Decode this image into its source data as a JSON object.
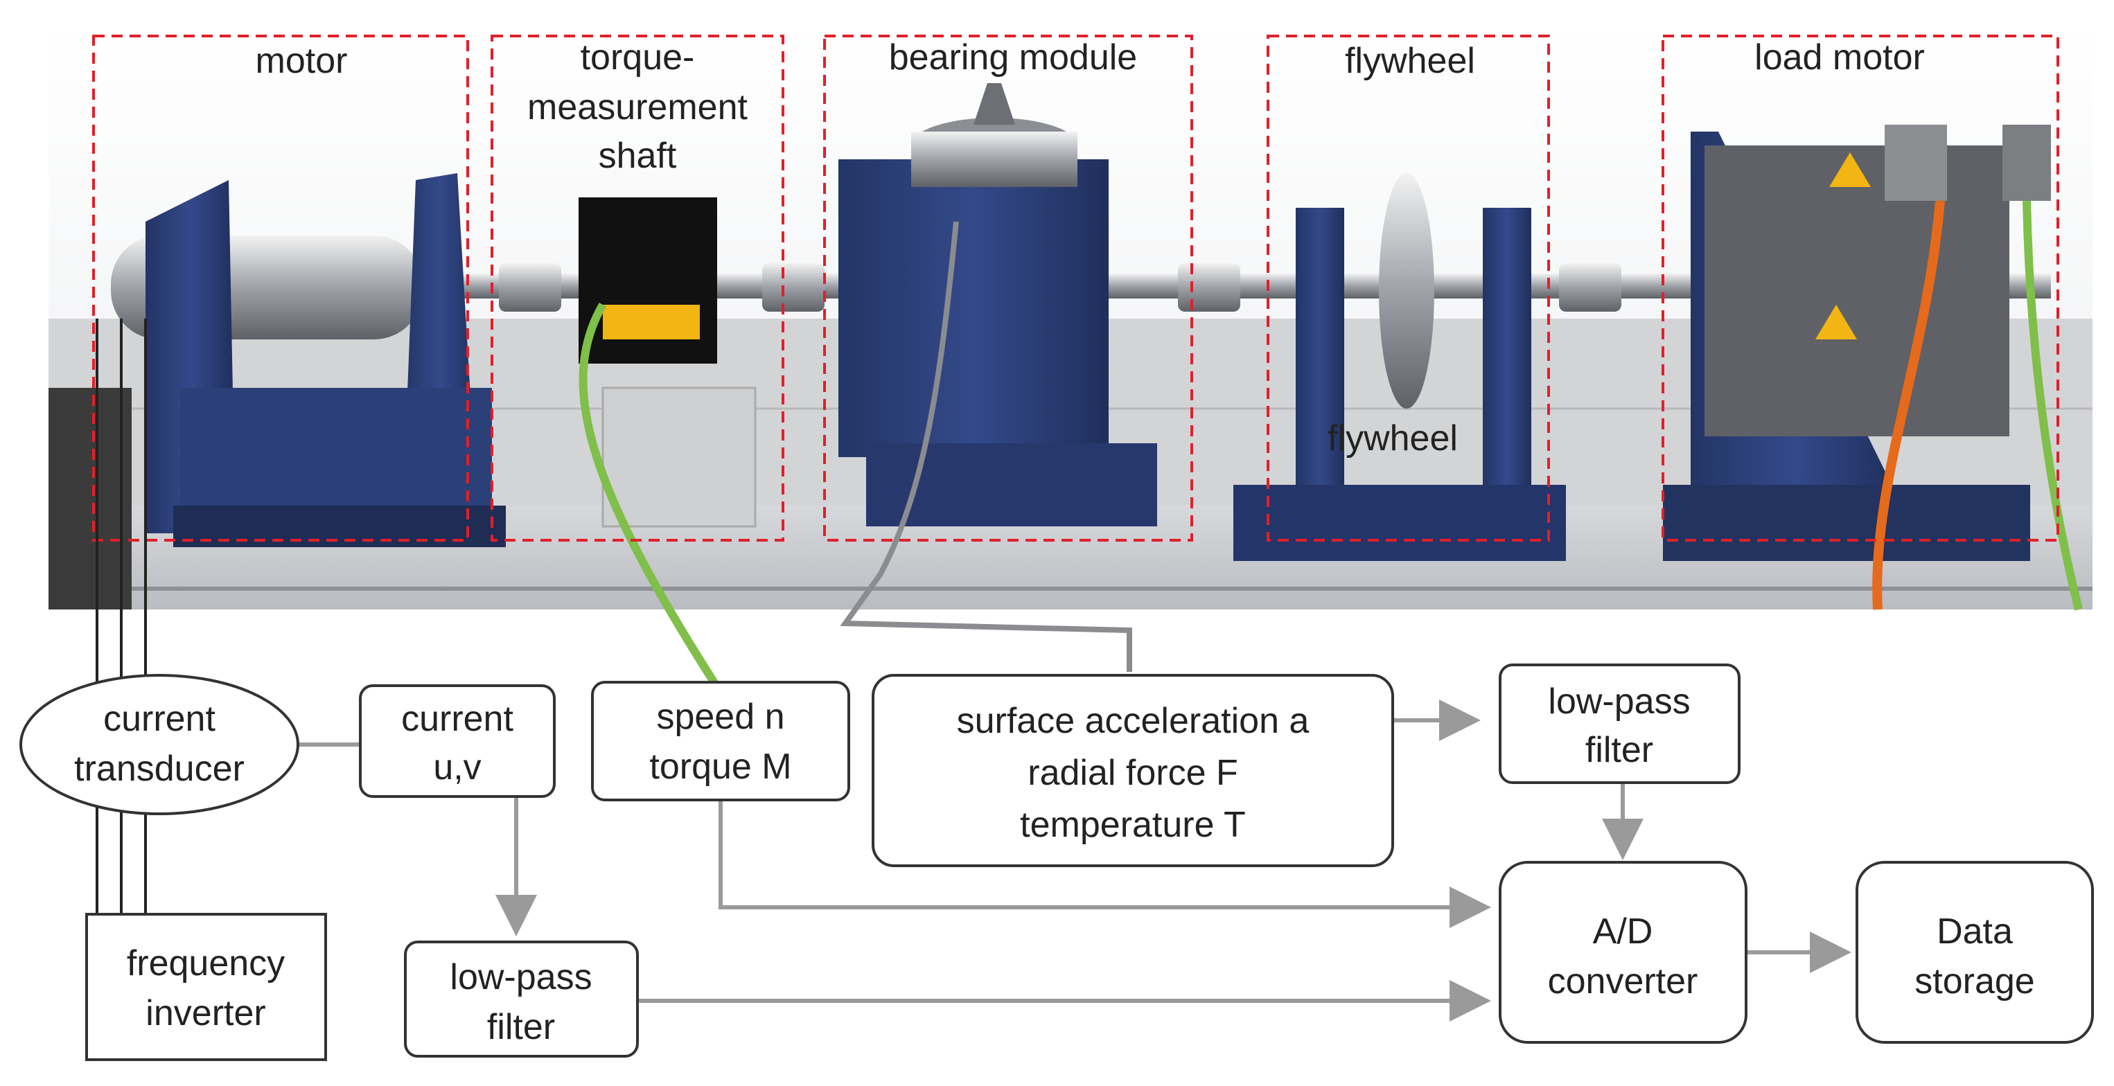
{
  "photo": {
    "zones": [
      {
        "id": "motor",
        "label": "motor"
      },
      {
        "id": "torque",
        "label_lines": [
          "torque-",
          "measurement",
          "shaft"
        ]
      },
      {
        "id": "bearing",
        "label": "bearing module"
      },
      {
        "id": "flywheel",
        "label": "flywheel",
        "inner_label": "flywheel"
      },
      {
        "id": "load",
        "label": "load motor"
      }
    ]
  },
  "blocks": {
    "current_transducer": [
      "current",
      "transducer"
    ],
    "frequency_inverter": [
      "frequency",
      "inverter"
    ],
    "current_uv": [
      "current",
      "u,v"
    ],
    "speed_torque": [
      "speed n",
      "torque M"
    ],
    "surface": [
      "surface acceleration  a",
      "radial force F",
      "temperature T"
    ],
    "lowpass_top": [
      "low-pass",
      "filter"
    ],
    "lowpass_bottom": [
      "low-pass",
      "filter"
    ],
    "ad_converter": [
      "A/D",
      "converter"
    ],
    "data_storage": [
      "Data",
      "storage"
    ]
  },
  "colors": {
    "zone_border": "#e0202a",
    "arrow": "#9a9a9a",
    "frame_blue": "#2b3f78",
    "cable_green": "#7fbf4a",
    "cable_orange": "#e66a1c"
  }
}
